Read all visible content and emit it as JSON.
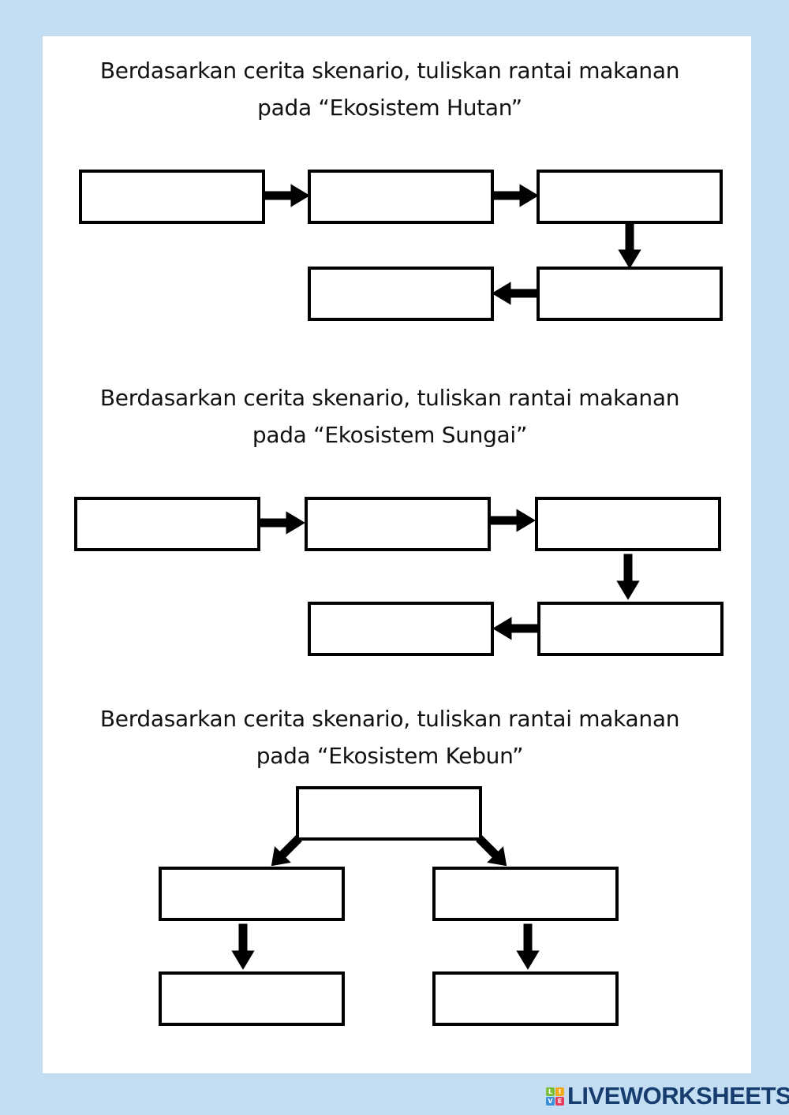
{
  "sections": [
    {
      "line1": "Berdasarkan cerita skenario, tuliskan rantai makanan",
      "line2": "pada “Ekosistem Hutan”"
    },
    {
      "line1": "Berdasarkan cerita skenario, tuliskan rantai makanan",
      "line2": "pada “Ekosistem Sungai”"
    },
    {
      "line1": "Berdasarkan cerita skenario, tuliskan rantai makanan",
      "line2": "pada “Ekosistem Kebun”"
    }
  ],
  "logo": {
    "text": "LIVEWORKSHEETS",
    "tiles": [
      "L",
      "I",
      "V",
      "E"
    ]
  },
  "colors": {
    "background": "#c3ddf2",
    "logo": "#163d6e"
  }
}
